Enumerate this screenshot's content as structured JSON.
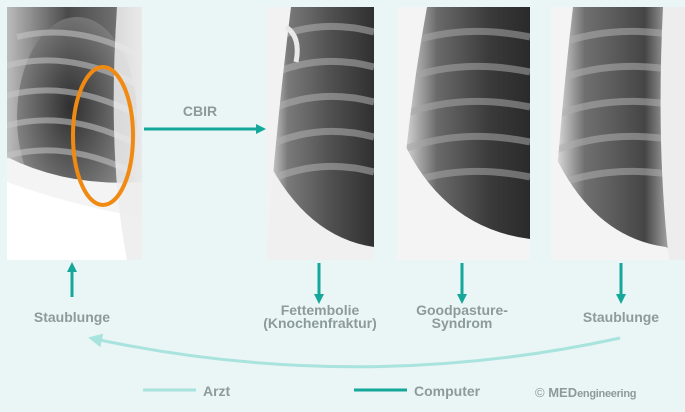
{
  "images": [
    {
      "name": "query-xray",
      "highlighted": true
    },
    {
      "name": "result-xray-1"
    },
    {
      "name": "result-xray-2"
    },
    {
      "name": "result-xray-3"
    }
  ],
  "cbir_label": "CBIR",
  "labels": {
    "query": "Staublunge",
    "result1_line1": "Fettembolie",
    "result1_line2": "(Knochenfraktur)",
    "result2_line1": "Goodpasture-",
    "result2_line2": "Syndrom",
    "result3": "Staublunge"
  },
  "legend": {
    "doctor_label": "Arzt",
    "computer_label": "Computer",
    "doctor_color": "#a8e3de",
    "computer_color": "#15a89a"
  },
  "credit": {
    "symbol": "©",
    "brand": "MED",
    "suffix": "engineering"
  },
  "colors": {
    "background": "#eaf5f5",
    "highlight": "#f08a12",
    "label": "#8d9a9c"
  }
}
